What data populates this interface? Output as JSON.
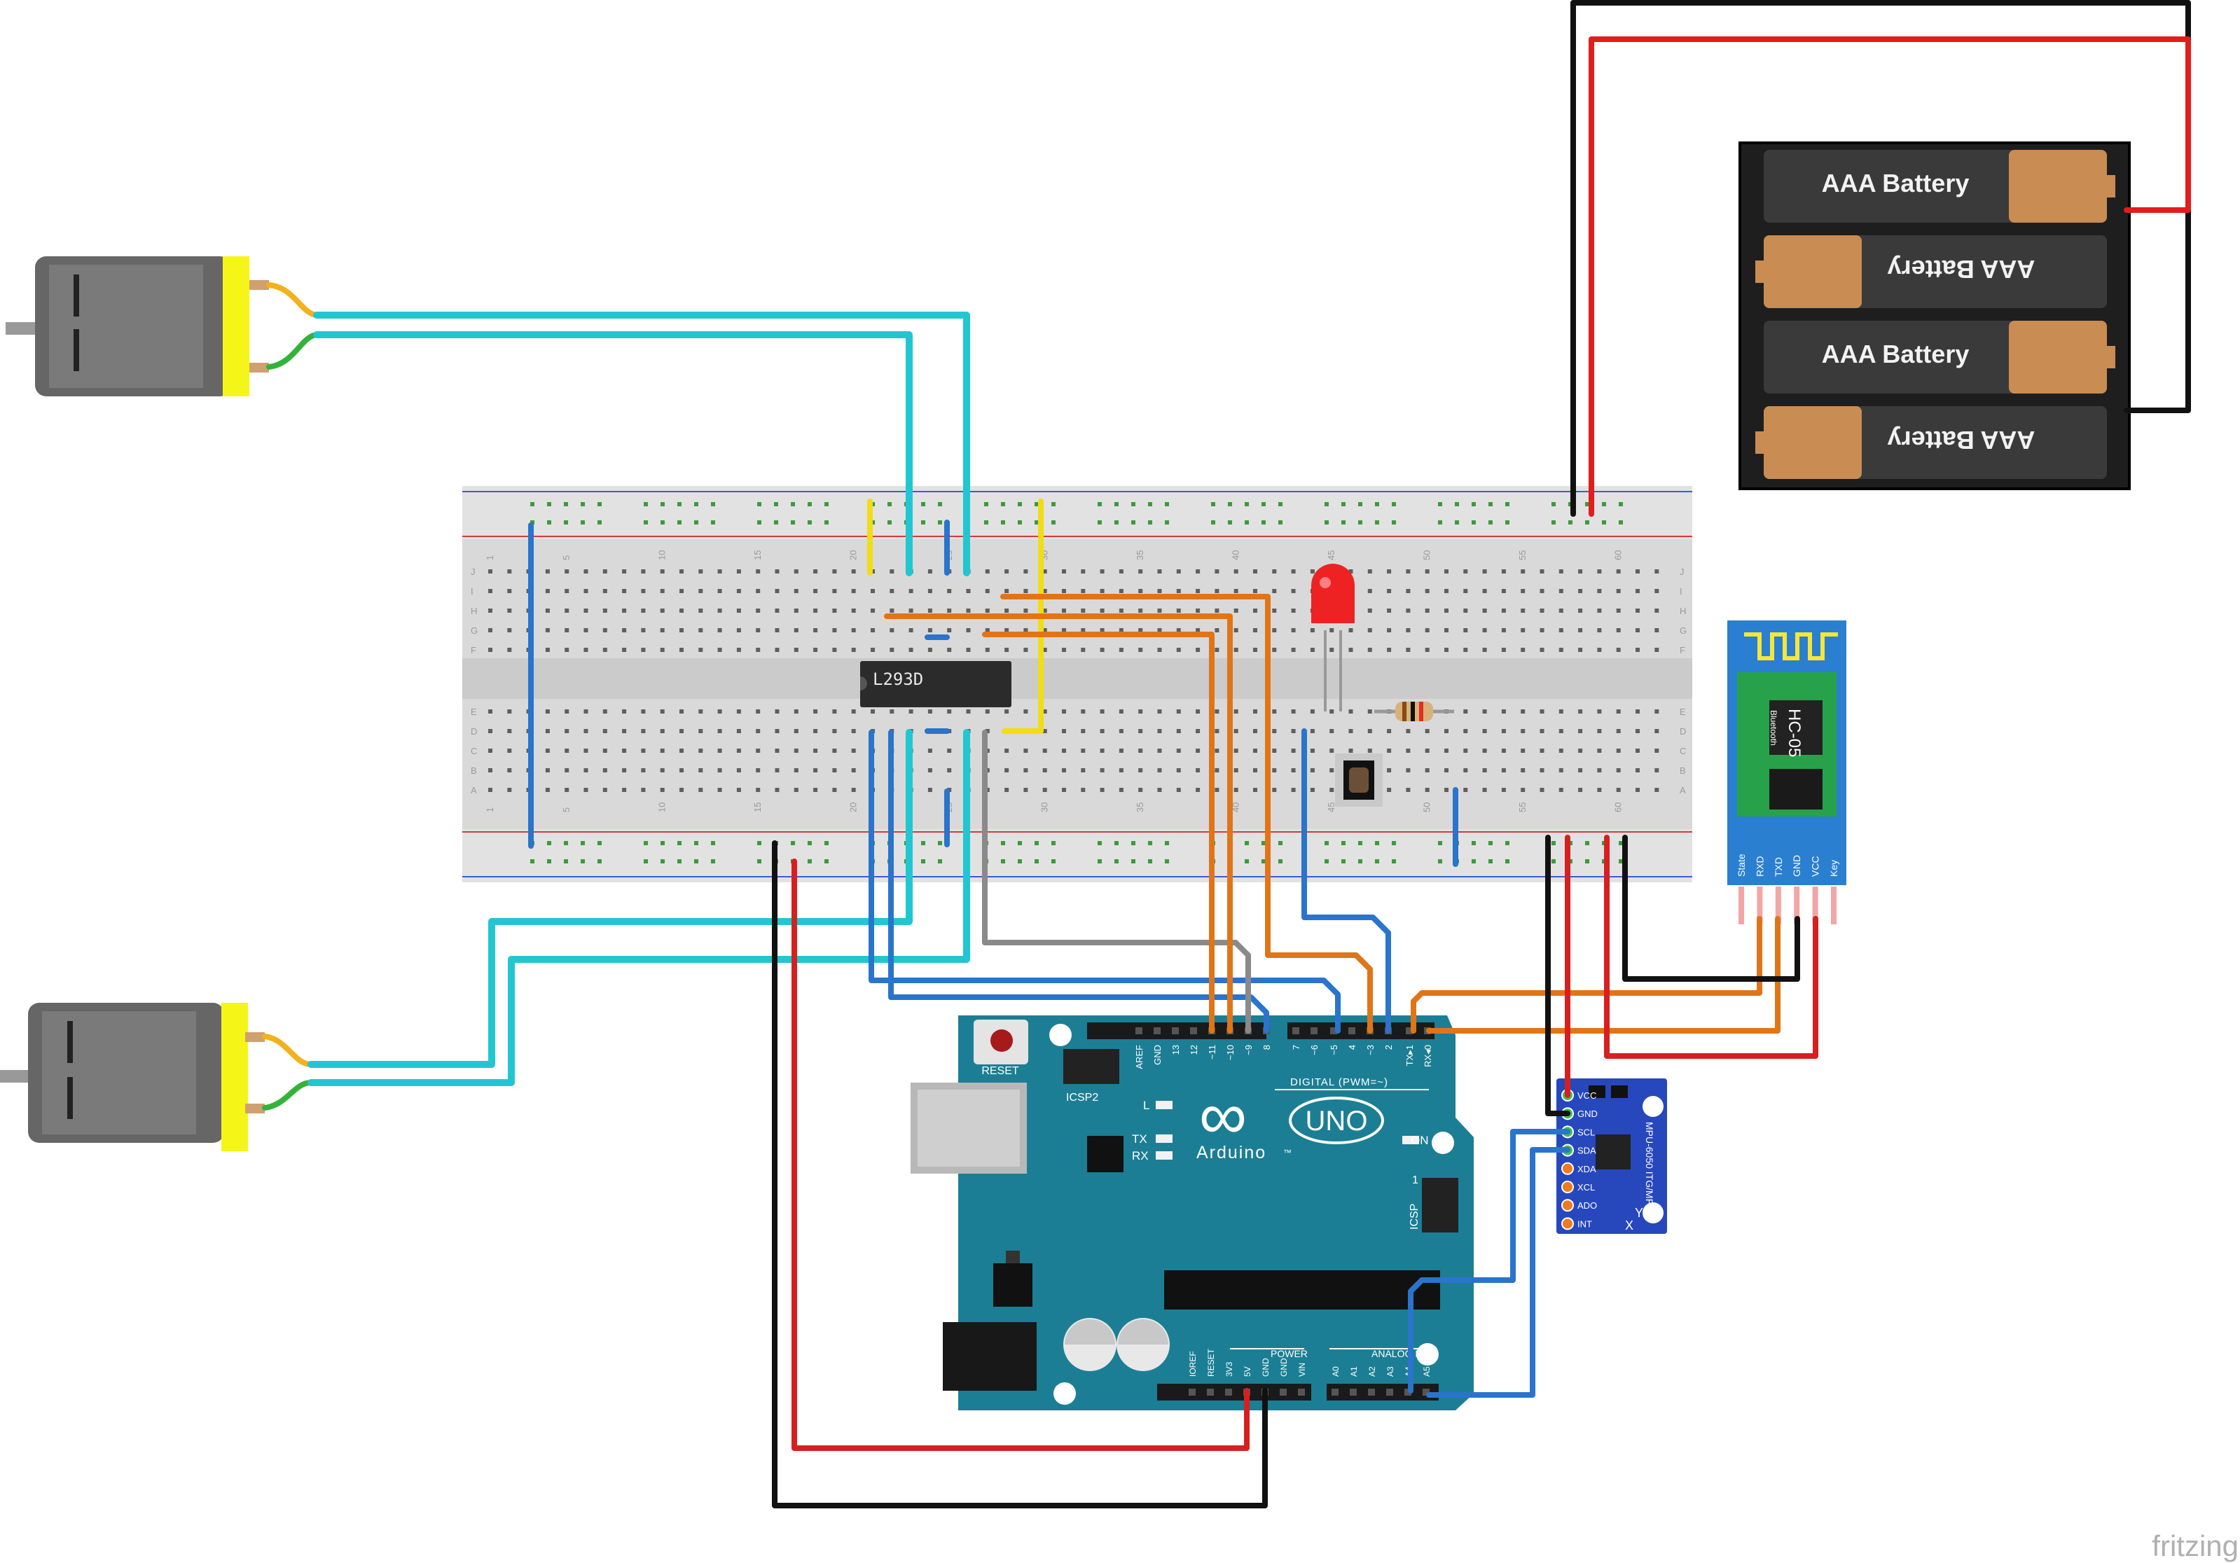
{
  "breadboard": {
    "row_letters_top": [
      "J",
      "I",
      "H",
      "G",
      "F"
    ],
    "row_letters_bottom": [
      "E",
      "D",
      "C",
      "B",
      "A"
    ],
    "column_numbers": [
      "1",
      "5",
      "10",
      "15",
      "20",
      "25",
      "30",
      "35",
      "40",
      "45",
      "50",
      "55",
      "60"
    ]
  },
  "ic": {
    "label": "L293D"
  },
  "battery_pack": {
    "cells": [
      "AAA Battery",
      "AAA Battery",
      "AAA Battery",
      "AAA Battery"
    ]
  },
  "hc05": {
    "chip_label": "HC-05",
    "chip_sublabel": "Bluetooth",
    "pins": [
      "State",
      "RXD",
      "TXD",
      "GND",
      "VCC",
      "Key"
    ]
  },
  "mpu": {
    "label": "MPU-6050 ITG/MPU",
    "pins": [
      "VCC",
      "GND",
      "SCL",
      "SDA",
      "XDA",
      "XCL",
      "ADO",
      "INT"
    ],
    "axis_x": "X",
    "axis_y": "Y"
  },
  "arduino": {
    "logo_symbol": "∞",
    "brand": "Arduino",
    "trademark": "™",
    "model": "UNO",
    "reset_label": "RESET",
    "icsp2_label": "ICSP2",
    "icsp_label": "ICSP",
    "icsp_pin1": "1",
    "led_l": "L",
    "led_tx": "TX",
    "led_rx": "RX",
    "on_label": "ON",
    "digital_label": "DIGITAL (PWM=~)",
    "digital_pins": [
      "AREF",
      "GND",
      "13",
      "12",
      "~11",
      "~10",
      "~9",
      "8",
      "7",
      "~6",
      "~5",
      "4",
      "~3",
      "2",
      "TX▸1",
      "RX◂0"
    ],
    "power_label": "POWER",
    "power_pins": [
      "IOREF",
      "RESET",
      "3V3",
      "5V",
      "GND",
      "GND",
      "VIN"
    ],
    "analog_label": "ANALOG IN",
    "analog_pins": [
      "A0",
      "A1",
      "A2",
      "A3",
      "A4",
      "A5"
    ]
  },
  "watermark": "fritzing",
  "colors": {
    "board_blue": "#1c7e94",
    "wire_cyan": "#22c6d1",
    "wire_blue": "#2a74cc",
    "wire_orange": "#e07518",
    "wire_red": "#d62020",
    "wire_black": "#111111",
    "wire_yellow": "#f2dc16",
    "wire_gray": "#8a8a8a",
    "wire_green": "#33b33a",
    "led_red": "#ee2222",
    "motor_yellow": "#f5f518"
  }
}
